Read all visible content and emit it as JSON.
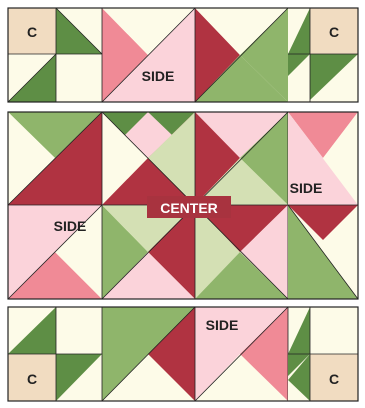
{
  "labels": {
    "corner": "C",
    "side": "SIDE",
    "center": "CENTER"
  },
  "colors": {
    "cream": "#fdfbe8",
    "tan": "#f1dcc1",
    "light_green": "#d4e0b4",
    "green": "#8fb56b",
    "dark_green": "#5e8e45",
    "pink": "#f08a96",
    "light_pink": "#fbd3da",
    "red": "#b03341",
    "border": "#222222"
  }
}
